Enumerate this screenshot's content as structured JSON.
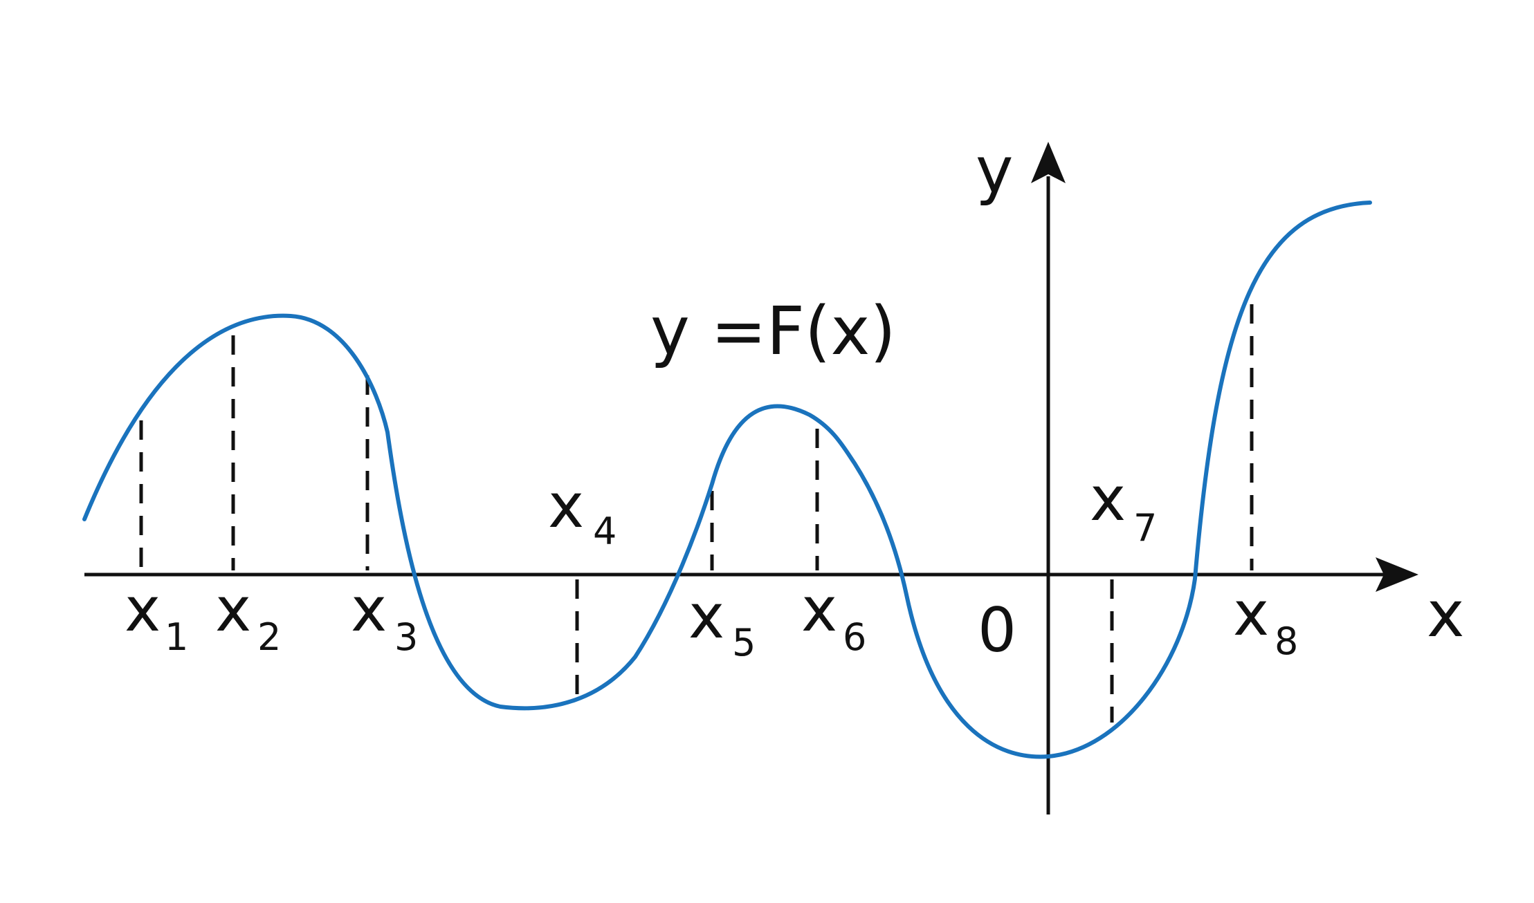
{
  "diagram": {
    "function_label": "y =F(x)",
    "axis_x_label": "x",
    "axis_y_label": "y",
    "origin_label": "0",
    "points": [
      {
        "base": "x",
        "sub": "1"
      },
      {
        "base": "x",
        "sub": "2"
      },
      {
        "base": "x",
        "sub": "3"
      },
      {
        "base": "x",
        "sub": "4"
      },
      {
        "base": "x",
        "sub": "5"
      },
      {
        "base": "x",
        "sub": "6"
      },
      {
        "base": "x",
        "sub": "7"
      },
      {
        "base": "x",
        "sub": "8"
      }
    ],
    "colors": {
      "curve": "#1a73bd",
      "axes": "#111111",
      "dashes": "#111111"
    }
  }
}
